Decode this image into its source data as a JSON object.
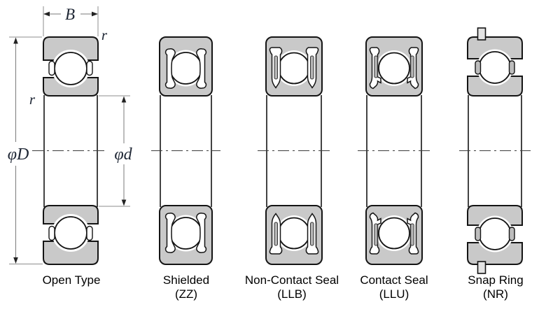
{
  "colors": {
    "background": "#ffffff",
    "part_fill": "#c9c9c9",
    "outline": "#141414",
    "dimension_line": "#7a7a7a"
  },
  "dimension_labels": {
    "width": "B",
    "corner_radius": "r",
    "outer_diameter": "φD",
    "bore_diameter": "φd"
  },
  "bearings": [
    {
      "name": "Open Type",
      "designation": ""
    },
    {
      "name": "Shielded",
      "designation": "(ZZ)"
    },
    {
      "name": "Non-Contact Seal",
      "designation": "(LLB)"
    },
    {
      "name": "Contact Seal",
      "designation": "(LLU)"
    },
    {
      "name": "Snap Ring",
      "designation": "(NR)"
    }
  ]
}
